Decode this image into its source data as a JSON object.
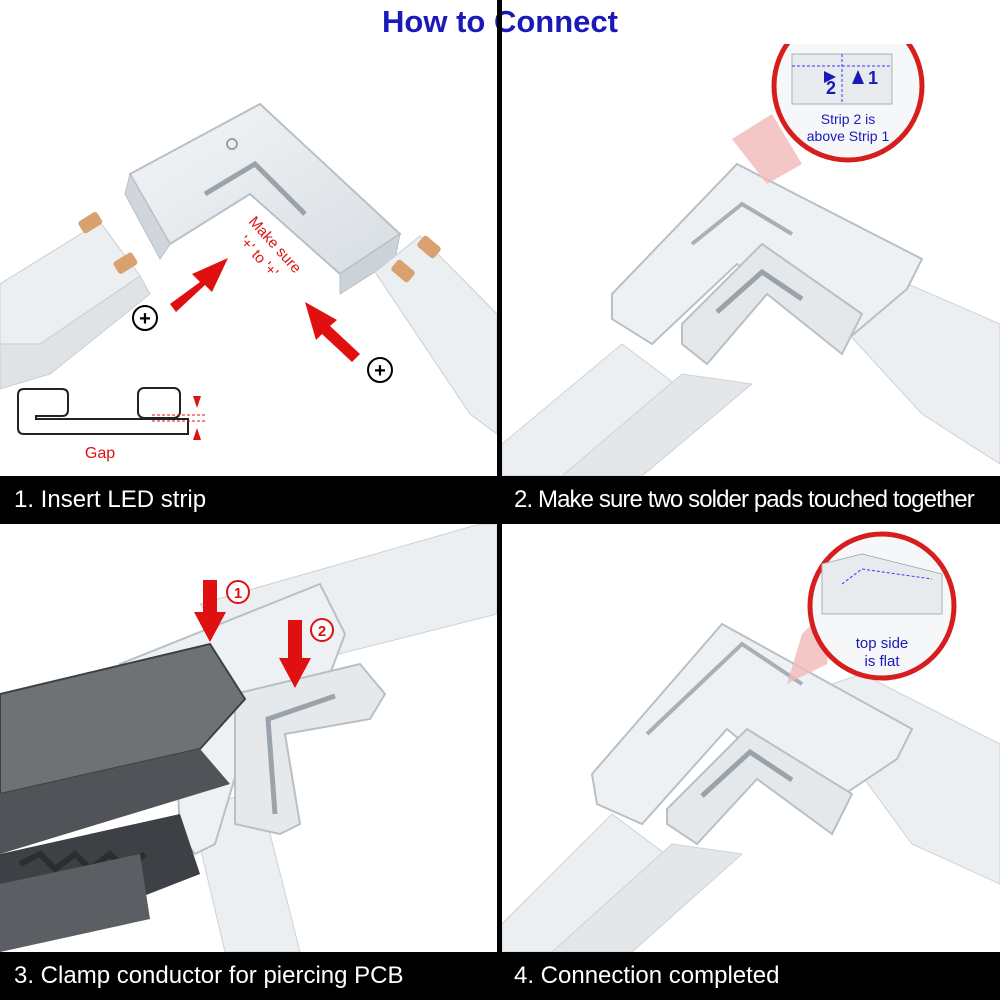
{
  "header": {
    "title": "How to Connect"
  },
  "steps": [
    {
      "caption": "1. Insert LED strip",
      "note": [
        "Make sure",
        "'+' to '+'"
      ],
      "polarity_symbol": "+",
      "gap_label": "Gap"
    },
    {
      "caption": "2. Make sure two solder pads touched together",
      "callout_numbers": [
        "1",
        "2"
      ],
      "callout_text": [
        "Strip 2 is",
        "above Strip 1"
      ]
    },
    {
      "caption": "3. Clamp conductor for piercing PCB",
      "markers": [
        "1",
        "2"
      ]
    },
    {
      "caption": "4. Connection completed",
      "callout_text": [
        "top side",
        "is flat"
      ]
    }
  ],
  "colors": {
    "title": "#1a1ab8",
    "accent_red": "#e01010",
    "caption_bg": "#000000"
  }
}
